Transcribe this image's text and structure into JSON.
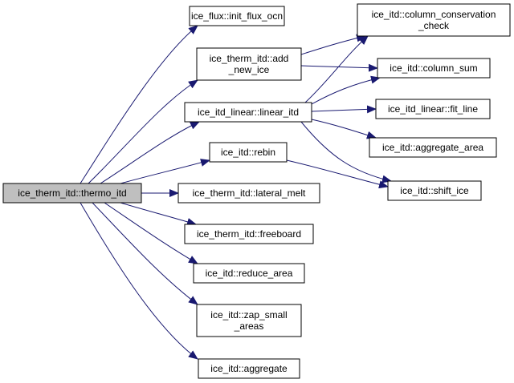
{
  "colors": {
    "edge": "#191970",
    "node_fill": "#ffffff",
    "root_fill": "#bfbfbf",
    "border": "#000000"
  },
  "nodes": {
    "thermo_itd": [
      "ice_therm_itd::thermo_itd"
    ],
    "init_flux_ocn": [
      "ice_flux::init_flux_ocn"
    ],
    "add_new_ice": [
      "ice_therm_itd::add",
      "_new_ice"
    ],
    "linear_itd": [
      "ice_itd_linear::linear_itd"
    ],
    "rebin": [
      "ice_itd::rebin"
    ],
    "lateral_melt": [
      "ice_therm_itd::lateral_melt"
    ],
    "freeboard": [
      "ice_therm_itd::freeboard"
    ],
    "reduce_area": [
      "ice_itd::reduce_area"
    ],
    "zap_small_areas": [
      "ice_itd::zap_small",
      "_areas"
    ],
    "aggregate": [
      "ice_itd::aggregate"
    ],
    "column_conservation_check": [
      "ice_itd::column_conservation",
      "_check"
    ],
    "column_sum": [
      "ice_itd::column_sum"
    ],
    "fit_line": [
      "ice_itd_linear::fit_line"
    ],
    "aggregate_area": [
      "ice_itd::aggregate_area"
    ],
    "shift_ice": [
      "ice_itd::shift_ice"
    ]
  },
  "edges": [
    [
      "thermo_itd",
      "init_flux_ocn"
    ],
    [
      "thermo_itd",
      "add_new_ice"
    ],
    [
      "thermo_itd",
      "linear_itd"
    ],
    [
      "thermo_itd",
      "rebin"
    ],
    [
      "thermo_itd",
      "lateral_melt"
    ],
    [
      "thermo_itd",
      "freeboard"
    ],
    [
      "thermo_itd",
      "reduce_area"
    ],
    [
      "thermo_itd",
      "zap_small_areas"
    ],
    [
      "thermo_itd",
      "aggregate"
    ],
    [
      "add_new_ice",
      "column_conservation_check"
    ],
    [
      "add_new_ice",
      "column_sum"
    ],
    [
      "linear_itd",
      "column_conservation_check"
    ],
    [
      "linear_itd",
      "column_sum"
    ],
    [
      "linear_itd",
      "fit_line"
    ],
    [
      "linear_itd",
      "aggregate_area"
    ],
    [
      "linear_itd",
      "shift_ice"
    ],
    [
      "rebin",
      "shift_ice"
    ]
  ]
}
